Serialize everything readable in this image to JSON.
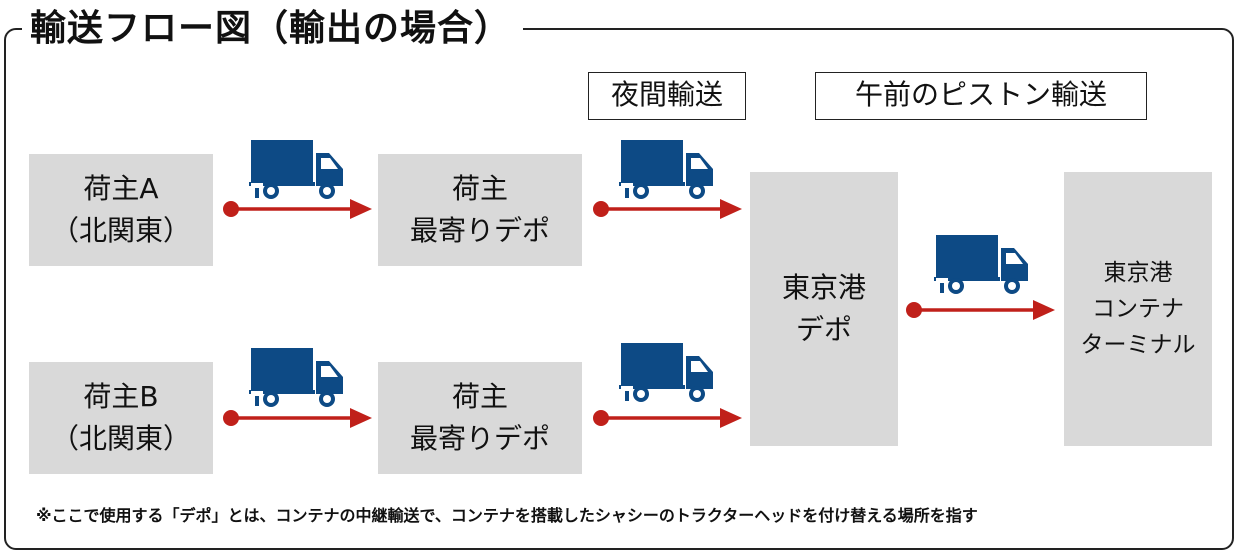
{
  "title": "輸送フロー図（輸出の場合）",
  "labels": {
    "night": "夜間輸送",
    "piston": "午前のピストン輸送"
  },
  "nodes": {
    "shipper_a": [
      "荷主A",
      "（北関東）"
    ],
    "shipper_b": [
      "荷主B",
      "（北関東）"
    ],
    "depot_a": [
      "荷主",
      "最寄りデポ"
    ],
    "depot_b": [
      "荷主",
      "最寄りデポ"
    ],
    "port_depot": [
      "東京港",
      "デポ"
    ],
    "terminal": [
      "東京港",
      "コンテナ",
      "ターミナル"
    ]
  },
  "footnote": "※ここで使用する「デポ」とは、コンテナの中継輸送で、コンテナを搭載したシャシーのトラクターヘッドを付け替える場所を指す",
  "colors": {
    "truck": "#0d4a85",
    "arrow": "#c0201a",
    "node": "#d9d9d9"
  },
  "icons": [
    "truck-icon",
    "arrow-icon"
  ]
}
